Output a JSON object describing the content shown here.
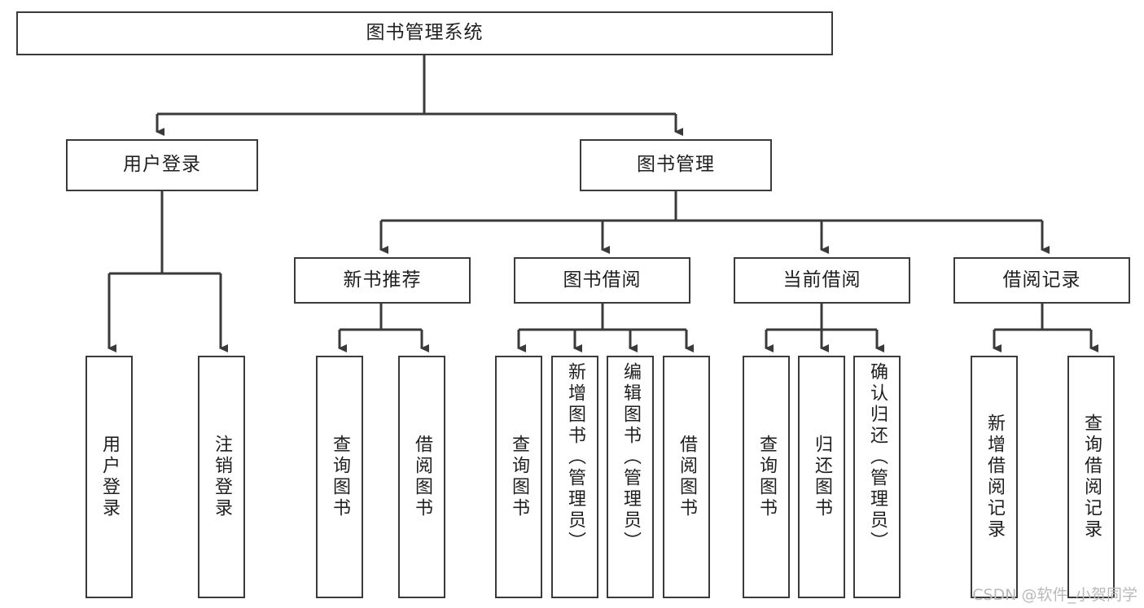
{
  "diagram": {
    "title": "图书管理系统",
    "type": "tree-hierarchy",
    "root": {
      "label": "图书管理系统"
    },
    "level1": [
      {
        "label": "用户登录"
      },
      {
        "label": "图书管理"
      }
    ],
    "level2": [
      {
        "label": "新书推荐"
      },
      {
        "label": "图书借阅"
      },
      {
        "label": "当前借阅"
      },
      {
        "label": "借阅记录"
      }
    ],
    "leaves": {
      "user_login": [
        {
          "label": "用户登录"
        },
        {
          "label": "注销登录"
        }
      ],
      "new_book_recommend": [
        {
          "label": "查询图书"
        },
        {
          "label": "借阅图书"
        }
      ],
      "book_borrow": [
        {
          "label": "查询图书"
        },
        {
          "label": "新增图书（管理员）"
        },
        {
          "label": "编辑图书（管理员）"
        },
        {
          "label": "借阅图书"
        }
      ],
      "current_borrow": [
        {
          "label": "查询图书"
        },
        {
          "label": "归还图书"
        },
        {
          "label": "确认归还（管理员）"
        }
      ],
      "borrow_record": [
        {
          "label": "新增借阅记录"
        },
        {
          "label": "查询借阅记录"
        }
      ]
    }
  },
  "watermark": {
    "text": "CSDN @软件_小贺同学"
  },
  "colors": {
    "stroke": "#3a3a3a",
    "text": "#1f1f1f",
    "background": "#ffffff",
    "watermark": "#b9b9b9"
  }
}
